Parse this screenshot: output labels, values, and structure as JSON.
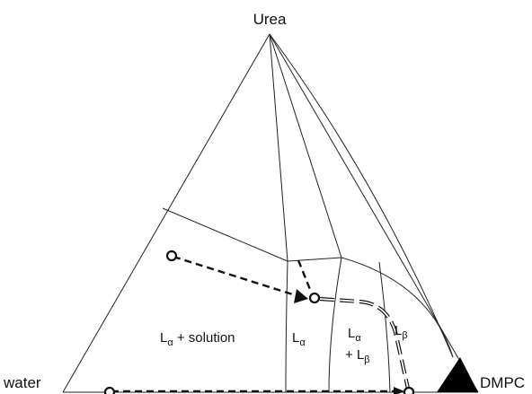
{
  "vertices": {
    "top": "Urea",
    "left": "water",
    "right": "DMPC"
  },
  "regions": {
    "la_solution": {
      "main": "L",
      "sub": "α",
      "rest": " + solution"
    },
    "la": {
      "main": "L",
      "sub": "α"
    },
    "la_lb_line1": {
      "main": "L",
      "sub": "α"
    },
    "la_lb_line2": {
      "prefix": "+ ",
      "main": "L",
      "sub": "β"
    },
    "lb": {
      "main": "L",
      "sub": "β"
    }
  },
  "colors": {
    "lines": "#222222",
    "fill_corner": "#000000",
    "background": "#ffffff"
  }
}
